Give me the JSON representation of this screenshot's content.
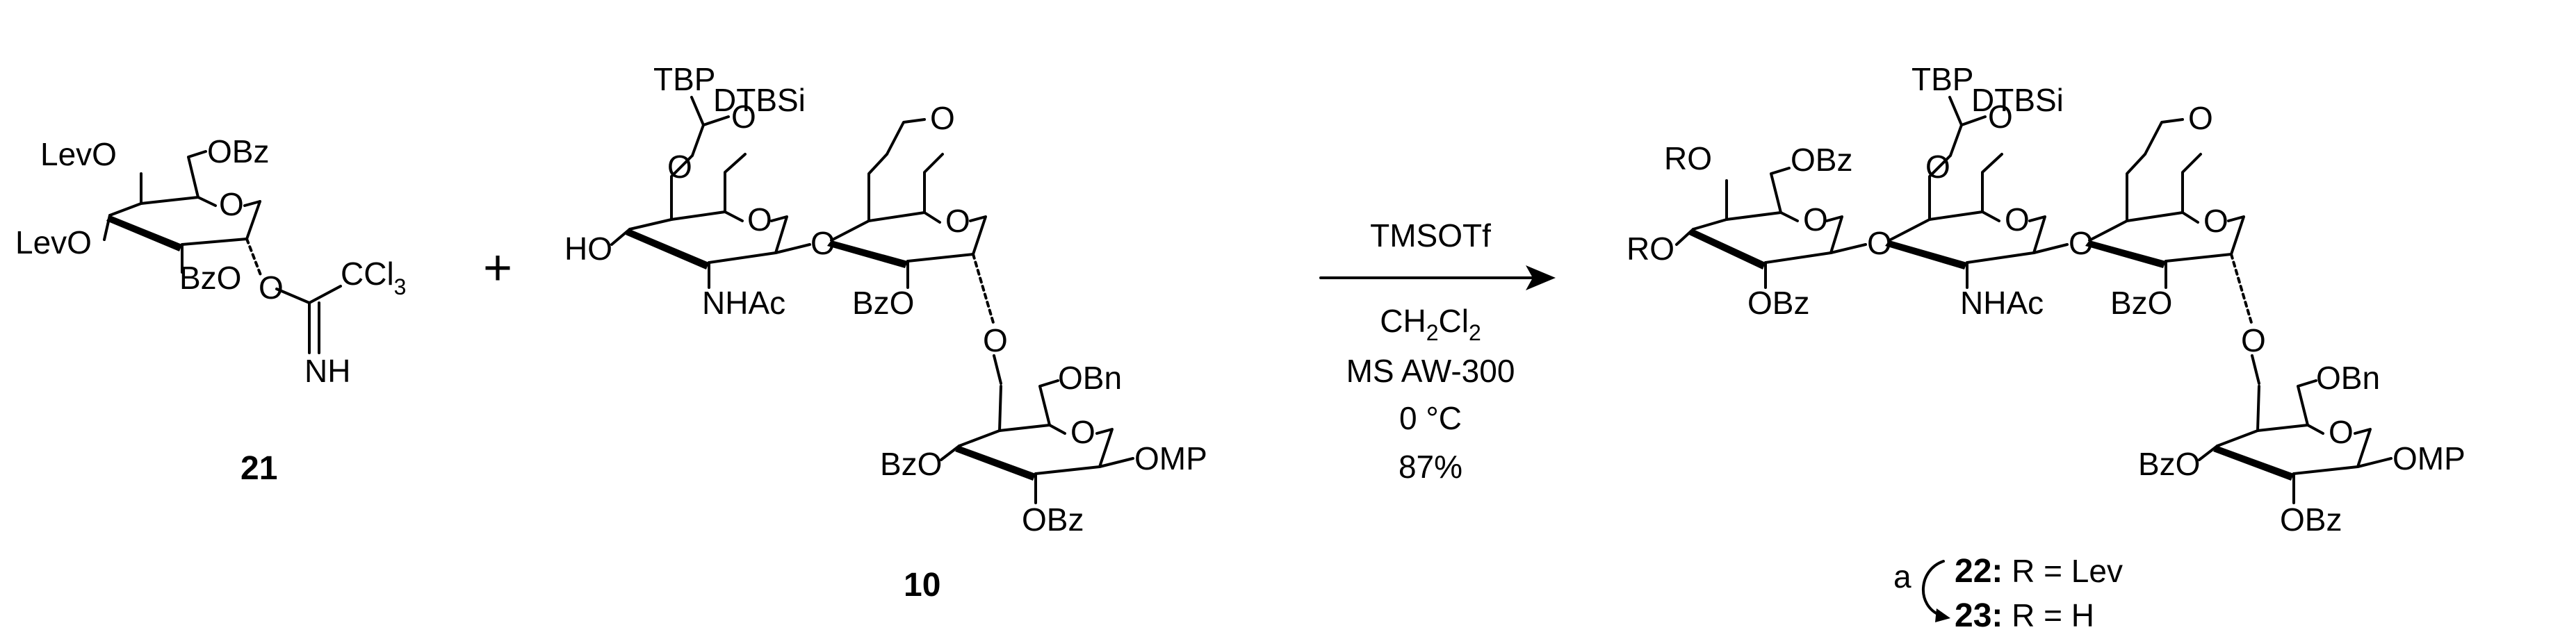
{
  "compound_21": {
    "number": "21",
    "labels": {
      "lev_top": "LevO",
      "obz_top": "OBz",
      "lev_mid": "LevO",
      "ring_o": "O",
      "bzo": "BzO",
      "o_link": "O",
      "ccl3": "CCl",
      "ccl3_sub": "3",
      "nh": "NH"
    }
  },
  "plus": "+",
  "compound_10": {
    "number": "10",
    "labels": {
      "tbp": "TBP",
      "acetal_o1": "O",
      "acetal_o2": "O",
      "ho": "HO",
      "ring1_o": "O",
      "nhac": "NHAc",
      "link_o1": "O",
      "dtbsi": "DTBSi",
      "si_o": "O",
      "ring2_o": "O",
      "bzo2": "BzO",
      "link_o2": "O",
      "obn": "OBn",
      "ring3_o": "O",
      "bzo3": "BzO",
      "omp": "OMP",
      "obz3": "OBz"
    }
  },
  "conditions": {
    "reagent": "TMSOTf",
    "solvent_main": "CH",
    "solvent_sub1": "2",
    "solvent_cl": "Cl",
    "solvent_sub2": "2",
    "sieves": "MS AW-300",
    "temperature": "0 °C",
    "yield": "87%"
  },
  "product": {
    "labels": {
      "ro_top": "RO",
      "obz_top": "OBz",
      "ro_mid": "RO",
      "ring0_o": "O",
      "obz_low": "OBz",
      "link_o0": "O",
      "tbp": "TBP",
      "acetal_o1": "O",
      "acetal_o2": "O",
      "ring1_o": "O",
      "nhac": "NHAc",
      "link_o1": "O",
      "dtbsi": "DTBSi",
      "si_o": "O",
      "ring2_o": "O",
      "bzo2": "BzO",
      "link_o2": "O",
      "obn": "OBn",
      "ring3_o": "O",
      "bzo3": "BzO",
      "omp": "OMP",
      "obz3": "OBz"
    },
    "step_label": "a",
    "cpd22_num": "22:",
    "cpd22_text": " R = Lev",
    "cpd23_num": "23:",
    "cpd23_text": " R = H"
  }
}
